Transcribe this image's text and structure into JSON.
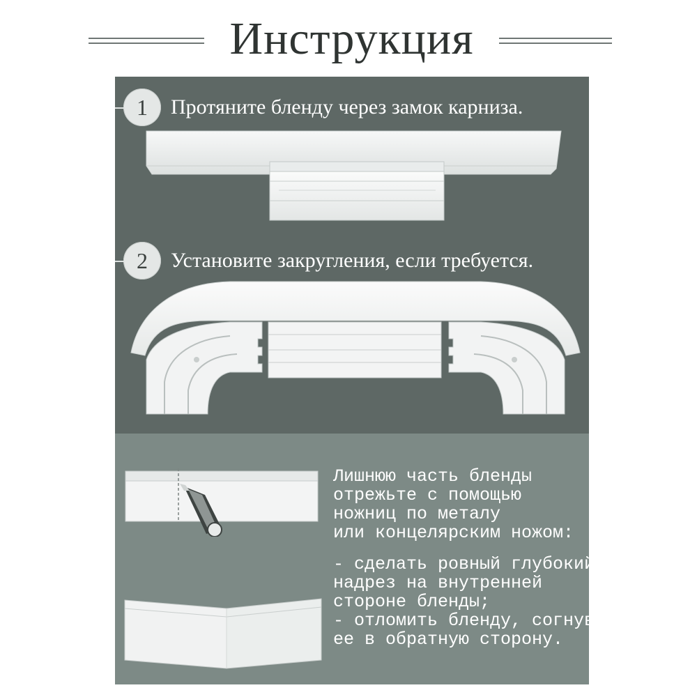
{
  "header": {
    "title": "Инструкция"
  },
  "steps": [
    {
      "number": "1",
      "text": "Протяните бленду через замок карниза."
    },
    {
      "number": "2",
      "text": "Установите закругления, если требуется."
    }
  ],
  "note": {
    "intro_lines": [
      "Лишнюю часть бленды",
      "отрежьте с помощью",
      "ножниц по металу",
      "или концелярским ножом:"
    ],
    "item_lines": [
      "- сделать ровный глубокий",
      "надрез на внутренней",
      "стороне бленды;",
      "- отломить бленду, согнув",
      "ее в обратную сторону."
    ]
  },
  "colors": {
    "top_panel": "#5e6865",
    "bottom_panel": "#7d8a86",
    "profile": "#f1f2f2"
  },
  "icons": [
    "cutter-knife-icon"
  ]
}
